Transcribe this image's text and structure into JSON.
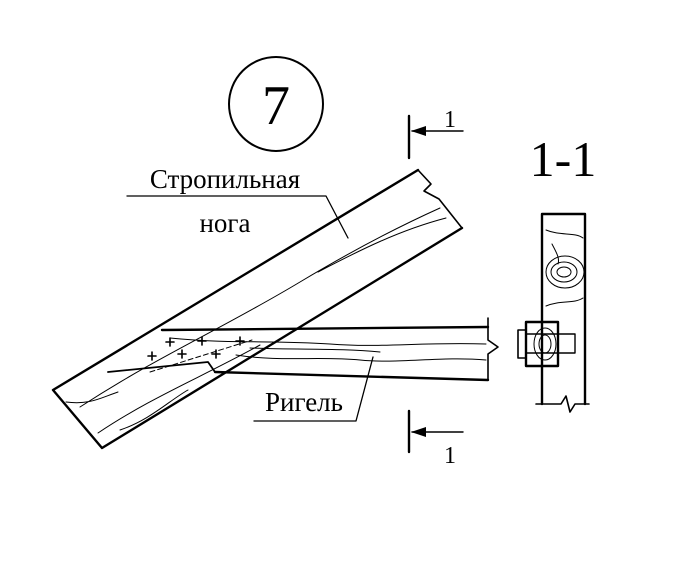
{
  "detail_number": "7",
  "section_title": "1-1",
  "labels": {
    "rafter": [
      "Стропильная",
      "нога"
    ],
    "beam": "Ригель"
  },
  "section_marks": {
    "top": "1",
    "bottom": "1"
  },
  "colors": {
    "ink": "#000000",
    "background": "#ffffff"
  }
}
